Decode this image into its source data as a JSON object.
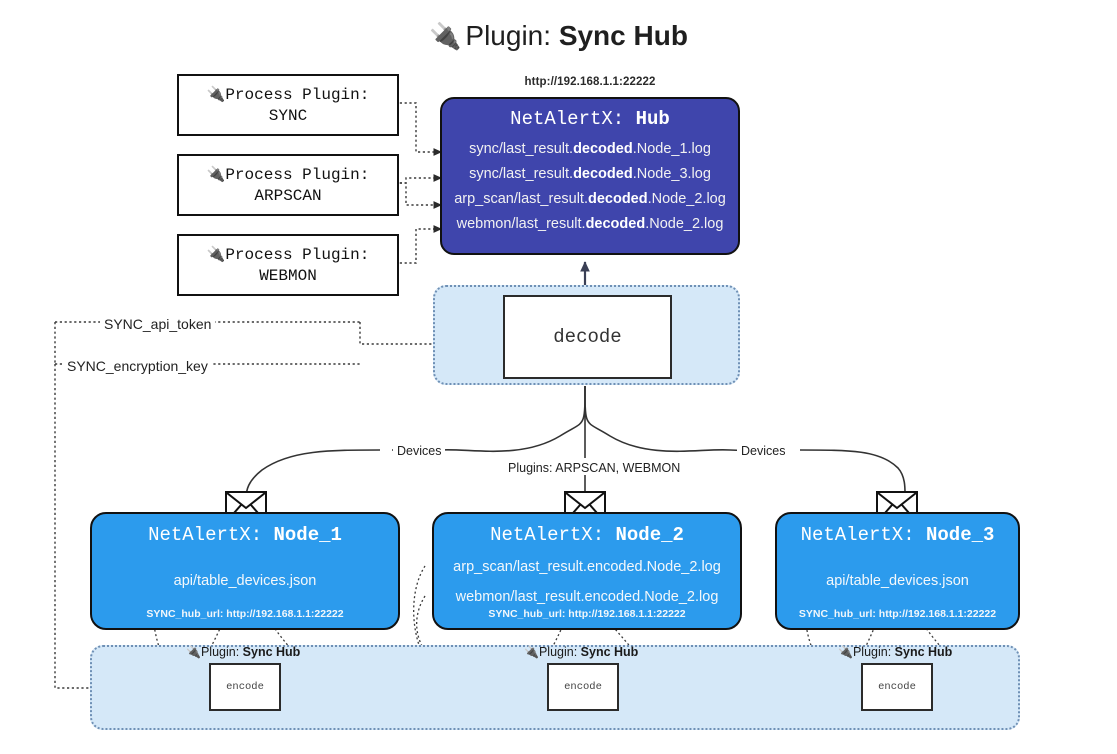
{
  "title": {
    "icon": "electric-plug-icon",
    "glyph": "🔌",
    "prefix": "Plugin: ",
    "name": "Sync Hub"
  },
  "colors": {
    "hub_fill": "#3f45ac",
    "node_fill": "#2c9bed",
    "band_fill": "#d5e8f8",
    "band_border": "#6f90b5",
    "outline": "#111111"
  },
  "process_plugins": [
    {
      "glyph": "🔌",
      "head": "Process Plugin:",
      "name": "SYNC"
    },
    {
      "glyph": "🔌",
      "head": "Process Plugin:",
      "name": "ARPSCAN"
    },
    {
      "glyph": "🔌",
      "head": "Process Plugin:",
      "name": "WEBMON"
    }
  ],
  "hub": {
    "url": "http://192.168.1.1:22222",
    "title_prefix": "NetAlertX: ",
    "title_name": "Hub",
    "logs": [
      {
        "pre": "sync/last_result.",
        "mid": "decoded",
        "post": ".Node_1.log"
      },
      {
        "pre": "sync/last_result.",
        "mid": "decoded",
        "post": ".Node_3.log"
      },
      {
        "pre": "arp_scan/last_result.",
        "mid": "decoded",
        "post": ".Node_2.log"
      },
      {
        "pre": "webmon/last_result.",
        "mid": "decoded",
        "post": ".Node_2.log"
      }
    ]
  },
  "decode": {
    "label": "decode"
  },
  "tokens": {
    "api_token": "SYNC_api_token",
    "encryption_key": "SYNC_encryption_key"
  },
  "edge_labels": {
    "devices_left": "Devices",
    "devices_right": "Devices",
    "plugins_middle": "Plugins: ARPSCAN, WEBMON"
  },
  "nodes": [
    {
      "title_prefix": "NetAlertX: ",
      "title_name": "Node_1",
      "lines": [
        "api/table_devices.json"
      ],
      "hub_url_label": "SYNC_hub_url: http://192.168.1.1:22222",
      "envelope_icon": "envelope-icon"
    },
    {
      "title_prefix": "NetAlertX: ",
      "title_name": "Node_2",
      "lines": [
        "arp_scan/last_result.encoded.Node_2.log",
        "webmon/last_result.encoded.Node_2.log"
      ],
      "hub_url_label": "SYNC_hub_url: http://192.168.1.1:22222",
      "envelope_icon": "envelope-icon"
    },
    {
      "title_prefix": "NetAlertX: ",
      "title_name": "Node_3",
      "lines": [
        "api/table_devices.json"
      ],
      "hub_url_label": "SYNC_hub_url: http://192.168.1.1:22222",
      "envelope_icon": "envelope-icon"
    }
  ],
  "sync_band": {
    "plugin_glyph": "🔌",
    "plugin_prefix": "Plugin: ",
    "plugin_name": "Sync Hub",
    "encode_label": "encode"
  }
}
